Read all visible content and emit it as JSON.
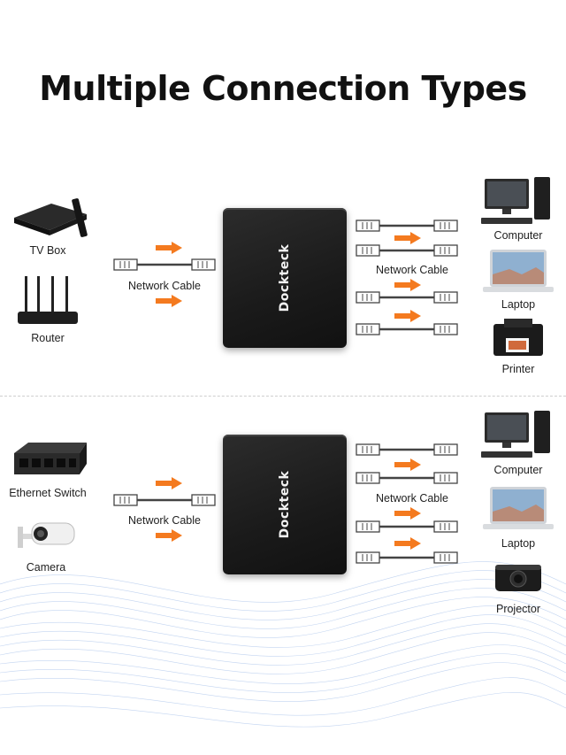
{
  "title": "Multiple Connection Types",
  "brand": "Dockteck",
  "top": {
    "inputs": [
      {
        "label": "TV Box",
        "icon": "tv-box-icon"
      },
      {
        "label": "Router",
        "icon": "router-icon"
      }
    ],
    "input_cable_label": "Network Cable",
    "output_cable_label": "Network Cable",
    "outputs": [
      {
        "label": "Computer",
        "icon": "desktop-computer-icon"
      },
      {
        "label": "Laptop",
        "icon": "laptop-icon"
      },
      {
        "label": "Printer",
        "icon": "printer-icon"
      }
    ]
  },
  "bottom": {
    "inputs": [
      {
        "label": "Ethernet Switch",
        "icon": "ethernet-switch-icon"
      },
      {
        "label": "Camera",
        "icon": "security-camera-icon"
      }
    ],
    "input_cable_label": "Network Cable",
    "output_cable_label": "Network Cable",
    "outputs": [
      {
        "label": "Computer",
        "icon": "desktop-computer-icon"
      },
      {
        "label": "Laptop",
        "icon": "laptop-icon"
      },
      {
        "label": "Projector",
        "icon": "projector-icon"
      }
    ]
  },
  "colors": {
    "arrow": "#f47a1f",
    "hub": "#1c1c1c",
    "wave": "#a9c3e8"
  }
}
